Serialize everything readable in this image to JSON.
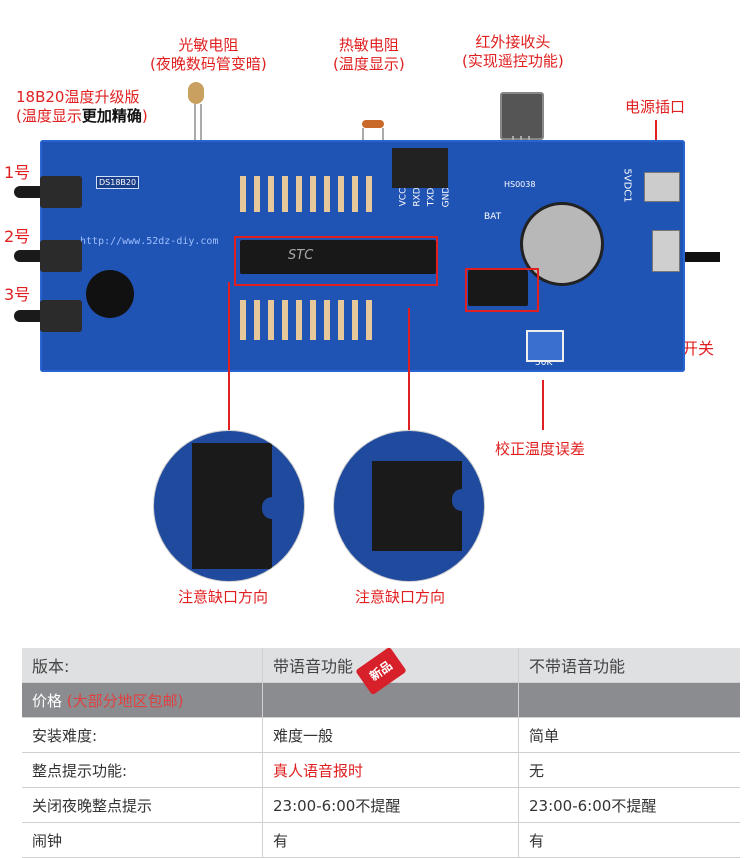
{
  "labels": {
    "photoresistor": [
      "光敏电阻",
      "(夜晚数码管变暗)"
    ],
    "thermistor": [
      "热敏电阻",
      "(温度显示)"
    ],
    "ir_receiver": [
      "红外接收头",
      "(实现遥控功能)"
    ],
    "power": "电源插口",
    "ds18b20_title": "18B20温度升级版",
    "ds18b20_sub_normal": "(温度显示",
    "ds18b20_sub_bold": "更加精确",
    "ds18b20_sub_end": ")",
    "button1": "1号",
    "button2": "2号",
    "button3": "3号",
    "switch": "开关",
    "calibrate": "校正温度误差",
    "notch_left": "注意缺口方向",
    "notch_right": "注意缺口方向"
  },
  "board": {
    "silk_url": "http://www.52dz-diy.com",
    "chip_text": "STC",
    "ds18b20": "DS18B20",
    "hs0038": "HS0038",
    "bat": "BAT",
    "power_tag": "5VDC1",
    "pot_tag": "50K",
    "pins": [
      "VCC",
      "RXD",
      "TXD",
      "GND"
    ]
  },
  "badge": "新品",
  "table": {
    "header": [
      "版本:",
      "带语音功能",
      "不带语音功能"
    ],
    "price_label": "价格",
    "price_note": "(大部分地区包邮)",
    "rows": [
      [
        "安装难度:",
        "难度一般",
        "简单"
      ],
      [
        "整点提示功能:",
        "真人语音报时",
        "无"
      ],
      [
        "关闭夜晚整点提示",
        "23:00-6:00不提醒",
        "23:00-6:00不提醒"
      ],
      [
        "闹钟",
        "有",
        "有"
      ]
    ]
  },
  "colors": {
    "accent": "#e02020",
    "pcb": "#1f53b4"
  }
}
